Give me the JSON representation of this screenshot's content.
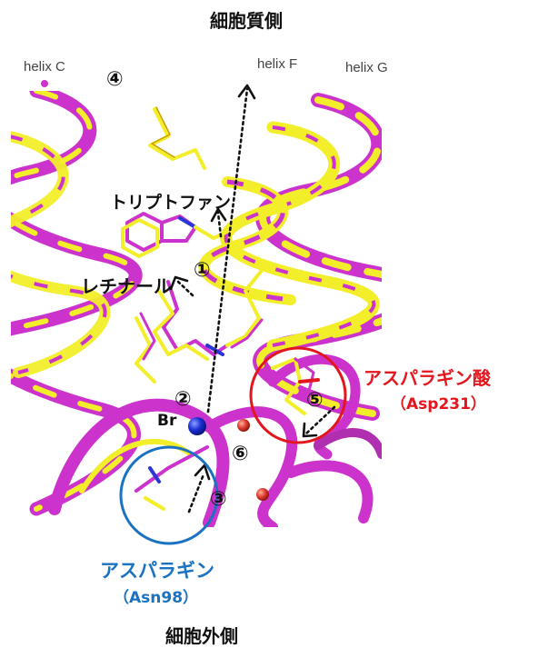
{
  "titles": {
    "top": "細胞質側",
    "bottom": "細胞外側"
  },
  "helix_labels": {
    "c": "helix C",
    "f": "helix F",
    "g": "helix G"
  },
  "residues": {
    "tryptophan": "トリプトファン",
    "retinal": "レチナール",
    "br": "Br"
  },
  "asp": {
    "name": "アスパラギン酸",
    "code": "（Asp231）",
    "color": "#e4161d"
  },
  "asn": {
    "name": "アスパラギン",
    "code": "（Asn98）",
    "color": "#1b72c0"
  },
  "markers": {
    "m1": "①",
    "m2": "②",
    "m3": "③",
    "m4": "④",
    "m5": "⑤",
    "m6": "⑥"
  },
  "colors": {
    "helix_magenta": "#cc33cc",
    "helix_yellow": "#f2ee2a",
    "bromide": "#1a2fd6",
    "water": "#e04030"
  }
}
